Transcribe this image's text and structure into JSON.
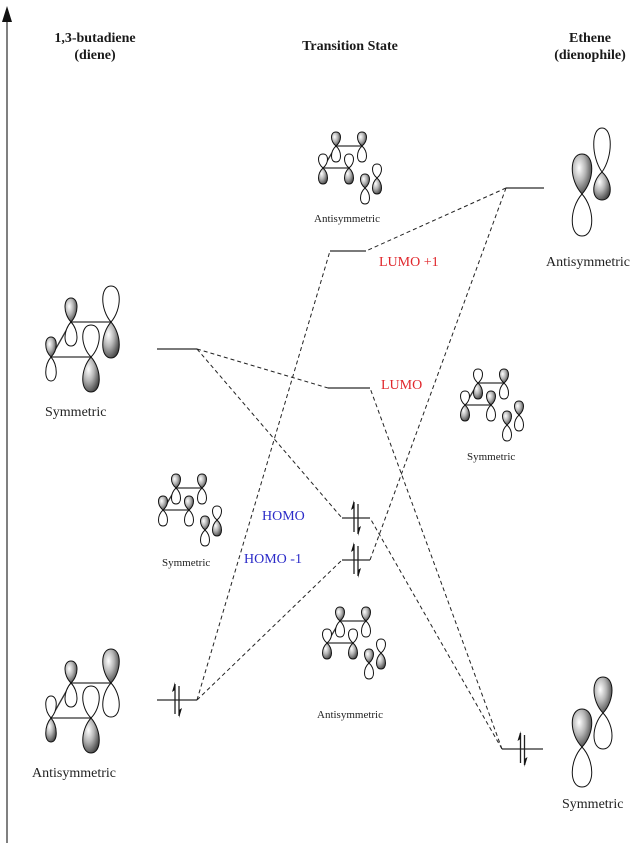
{
  "title": "Diels-Alder frontier molecular orbital correlation diagram",
  "axis": {
    "meaning": "energy",
    "direction": "up"
  },
  "columns": {
    "diene": {
      "line1": "1,3-butadiene",
      "line2": "(diene)"
    },
    "transition_state": {
      "line1": "Transition State"
    },
    "dienophile": {
      "line1": "Ethene",
      "line2": "(dienophile)"
    }
  },
  "diene_orbitals": [
    {
      "id": "diene-upper",
      "symmetry": "Symmetric",
      "electrons": 0
    },
    {
      "id": "diene-lower",
      "symmetry": "Antisymmetric",
      "electrons": 2
    }
  ],
  "ts_orbitals": [
    {
      "id": "lumo-plus-1",
      "label": "LUMO +1",
      "symmetry": "Antisymmetric",
      "electrons": 0,
      "label_color": "#e0262b"
    },
    {
      "id": "lumo",
      "label": "LUMO",
      "symmetry": "Symmetric",
      "electrons": 0,
      "label_color": "#e0262b"
    },
    {
      "id": "homo",
      "label": "HOMO",
      "symmetry": "Symmetric",
      "electrons": 2,
      "label_color": "#2b2bc8"
    },
    {
      "id": "homo-minus-1",
      "label": "HOMO -1",
      "symmetry": "Antisymmetric",
      "electrons": 2,
      "label_color": "#2b2bc8"
    }
  ],
  "dienophile_orbitals": [
    {
      "id": "ethene-upper",
      "symmetry": "Antisymmetric",
      "electrons": 0
    },
    {
      "id": "ethene-lower",
      "symmetry": "Symmetric",
      "electrons": 2
    }
  ],
  "correlations": [
    {
      "from": "diene-upper",
      "to": "lumo"
    },
    {
      "from": "diene-upper",
      "to": "homo"
    },
    {
      "from": "diene-lower",
      "to": "lumo-plus-1"
    },
    {
      "from": "diene-lower",
      "to": "homo-minus-1"
    },
    {
      "from": "ethene-upper",
      "to": "lumo-plus-1"
    },
    {
      "from": "ethene-upper",
      "to": "homo-minus-1"
    },
    {
      "from": "ethene-lower",
      "to": "lumo"
    },
    {
      "from": "ethene-lower",
      "to": "homo"
    }
  ],
  "colors": {
    "level_line": "#7a7a7a",
    "axis": "#808080",
    "lumo_text": "#e0262b",
    "homo_text": "#2b2bc8"
  }
}
